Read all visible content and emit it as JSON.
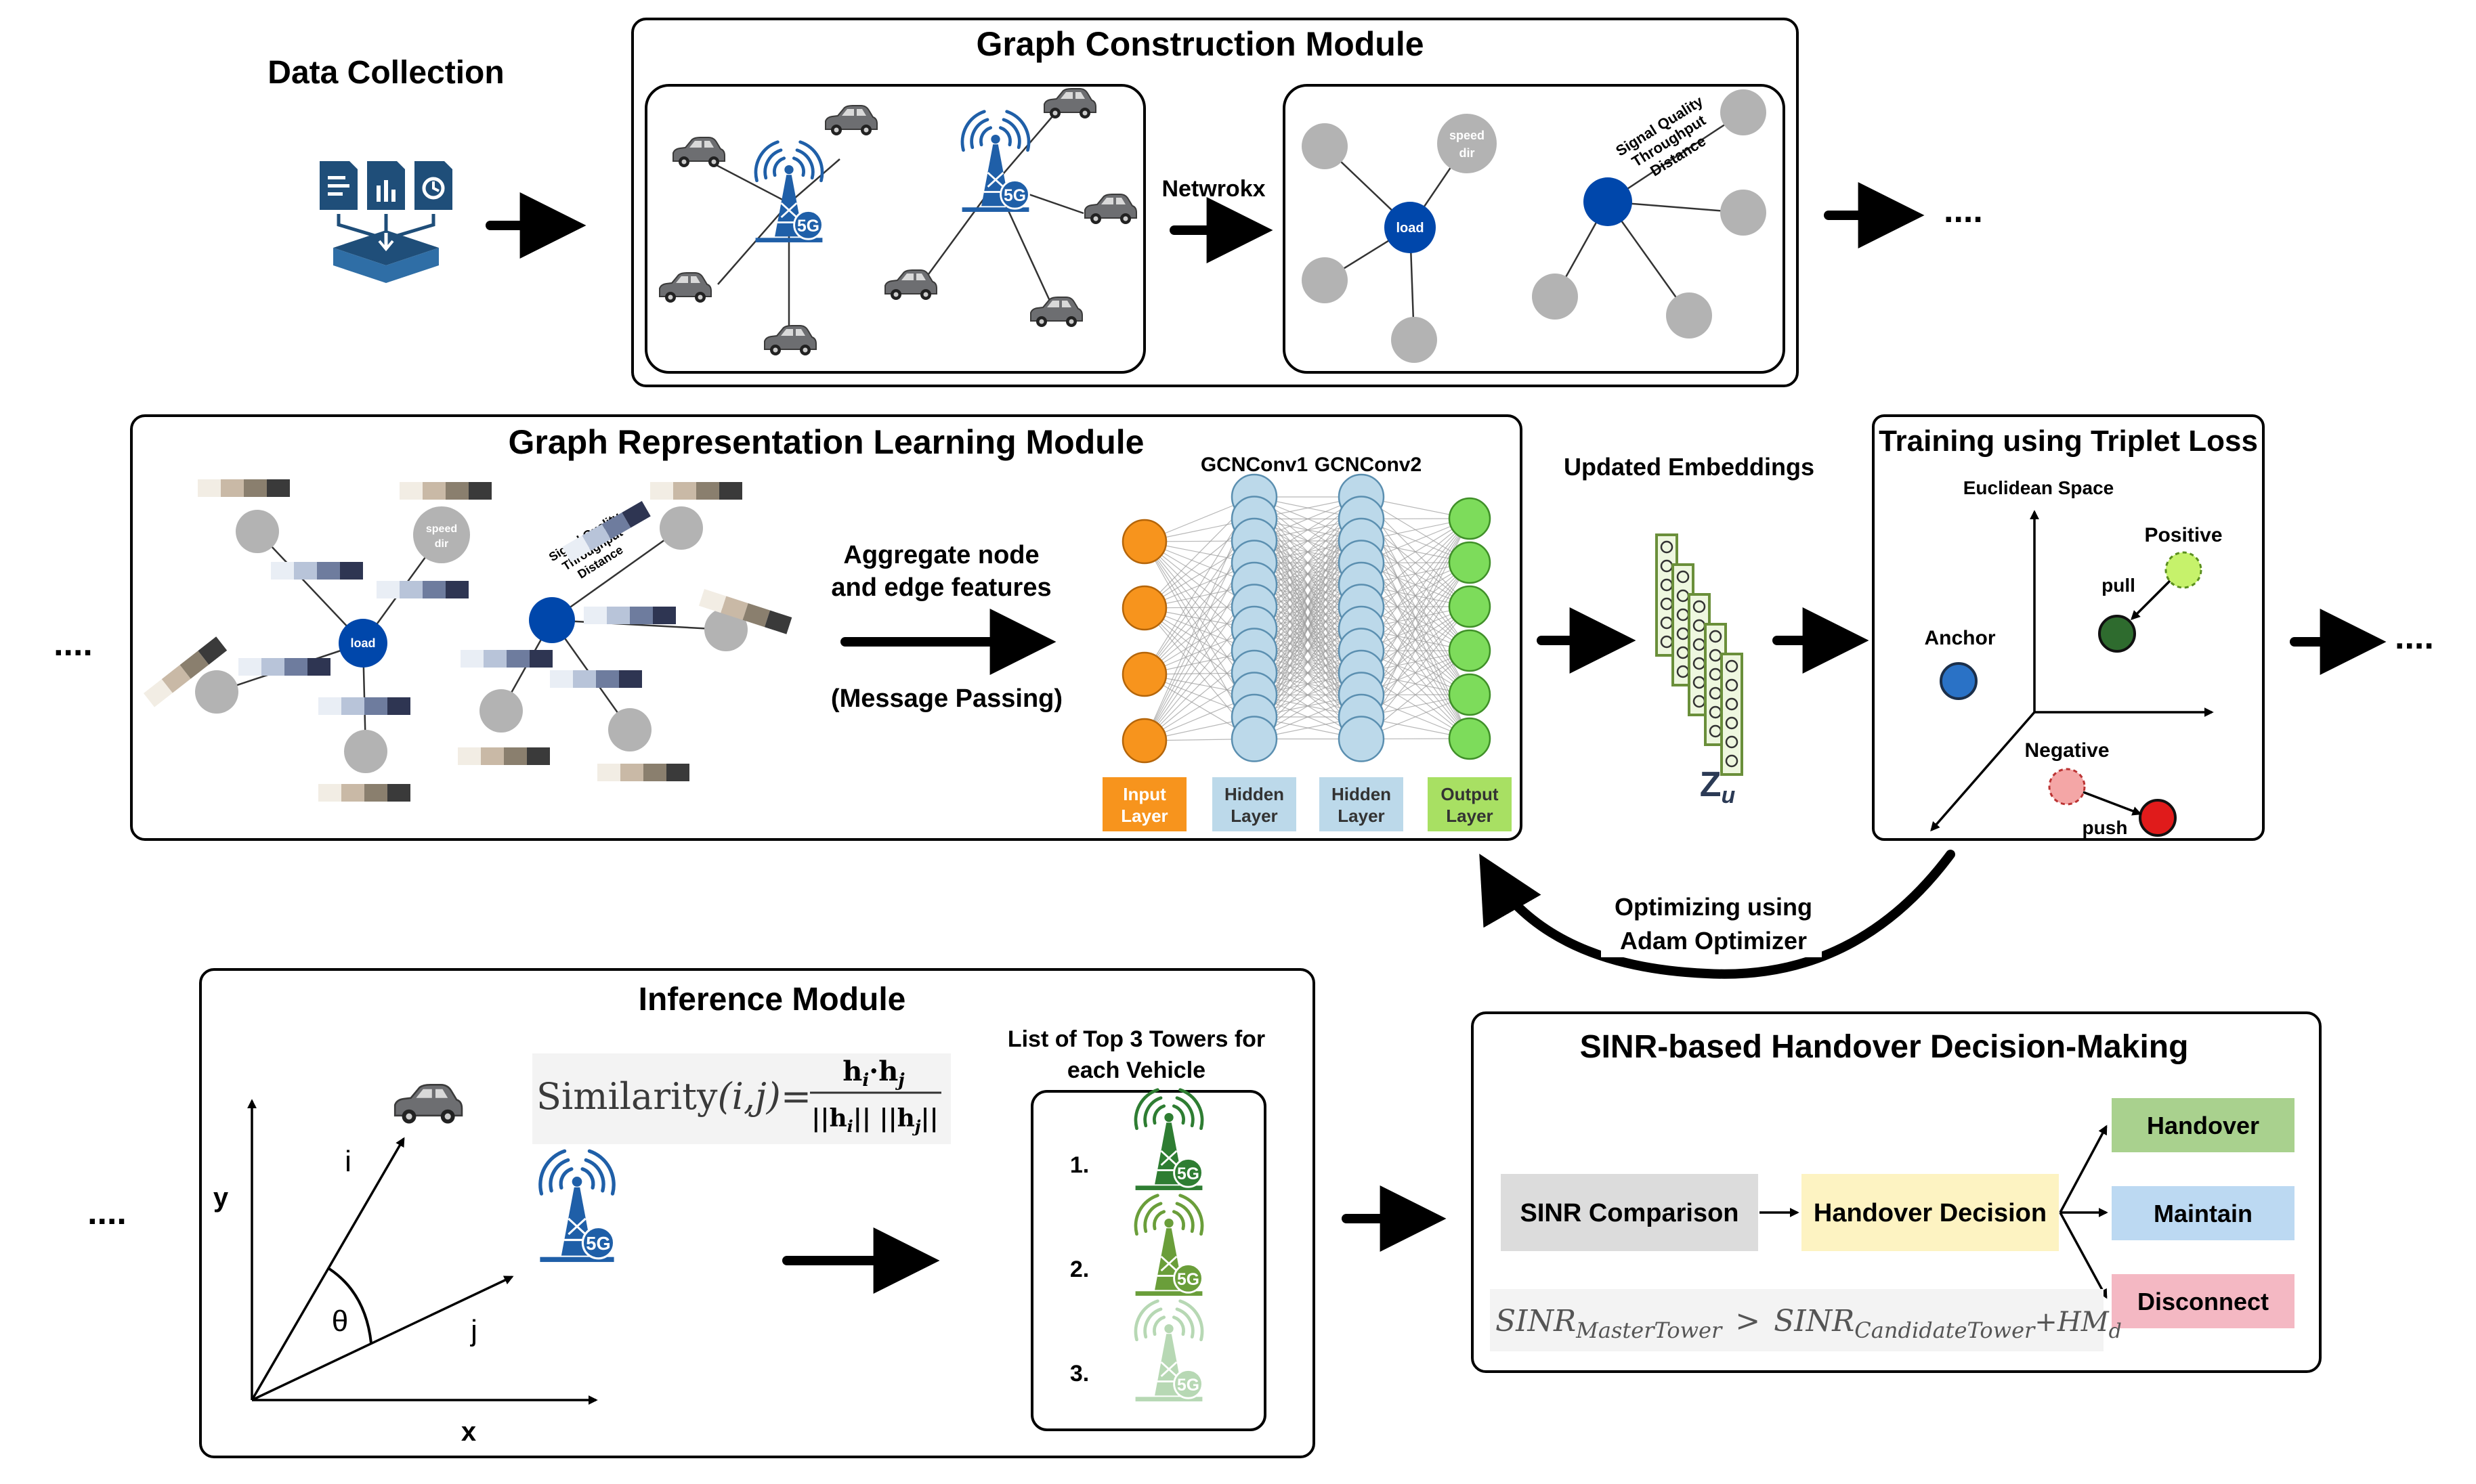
{
  "data_collection": {
    "title": "Data Collection"
  },
  "graph_construction": {
    "title": "Graph Construction Module",
    "tool_label": "Netwrokx",
    "tower_label": "5G",
    "node_labels": {
      "load": "load",
      "speed": "speed",
      "dir": "dir"
    },
    "edge_labels": [
      "Signal Quality",
      "Throughput",
      "Distance"
    ],
    "ellipsis": "...."
  },
  "grl": {
    "title": "Graph Representation Learning Module",
    "aggregate_line1": "Aggregate node",
    "aggregate_line2": "and edge features",
    "message_passing": "(Message Passing)",
    "conv1": "GCNConv1",
    "conv2": "GCNConv2",
    "layers": [
      {
        "line1": "Input",
        "line2": "Layer",
        "color": "#f7941d"
      },
      {
        "line1": "Hidden",
        "line2": "Layer",
        "color": "#bcd9ea"
      },
      {
        "line1": "Hidden",
        "line2": "Layer",
        "color": "#bcd9ea"
      },
      {
        "line1": "Output",
        "line2": "Layer",
        "color": "#a8e063"
      }
    ],
    "ellipsis_left": "...."
  },
  "embeddings": {
    "title": "Updated Embeddings",
    "symbol": "Z",
    "subscript": "u"
  },
  "triplet": {
    "title": "Training using Triplet Loss",
    "space": "Euclidean Space",
    "anchor": "Anchor",
    "positive": "Positive",
    "negative": "Negative",
    "pull": "pull",
    "push": "push",
    "ellipsis": "...."
  },
  "optimizer": {
    "line1": "Optimizing using",
    "line2": "Adam Optimizer"
  },
  "inference": {
    "title": "Inference Module",
    "ellipsis": "....",
    "axis_x": "x",
    "axis_y": "y",
    "vec_i": "i",
    "vec_j": "j",
    "angle": "θ",
    "similarity": {
      "label": "Similarity",
      "args": "(i,j)=",
      "numerator": "h",
      "sub_i": "i",
      "dot": "·",
      "sub_j": "j"
    },
    "list_title_line1": "List of Top 3 Towers for",
    "list_title_line2": "each Vehicle",
    "ranks": [
      "1.",
      "2.",
      "3."
    ],
    "tower_colors": [
      "#2e7d32",
      "#6a9e3a",
      "#b7d8b4"
    ]
  },
  "sinr": {
    "title": "SINR-based Handover Decision-Making",
    "comparison": "SINR Comparison",
    "decision": "Handover Decision",
    "outcomes": [
      {
        "label": "Handover",
        "color": "#a9d18e"
      },
      {
        "label": "Maintain",
        "color": "#bcd9f2"
      },
      {
        "label": "Disconnect",
        "color": "#f4b8c3"
      }
    ],
    "formula": {
      "sinr": "SINR",
      "master": "MasterTower",
      "gt": ">",
      "candidate": "CandidateTower",
      "plus": "+HM",
      "d": "d"
    }
  },
  "colors": {
    "tower_blue": "#1f5fa8",
    "node_blue": "#0047ab",
    "node_grey": "#b3b3b3",
    "anchor": "#2a72c6",
    "positive": "#2e6b2e",
    "negative": "#e01b1b"
  }
}
